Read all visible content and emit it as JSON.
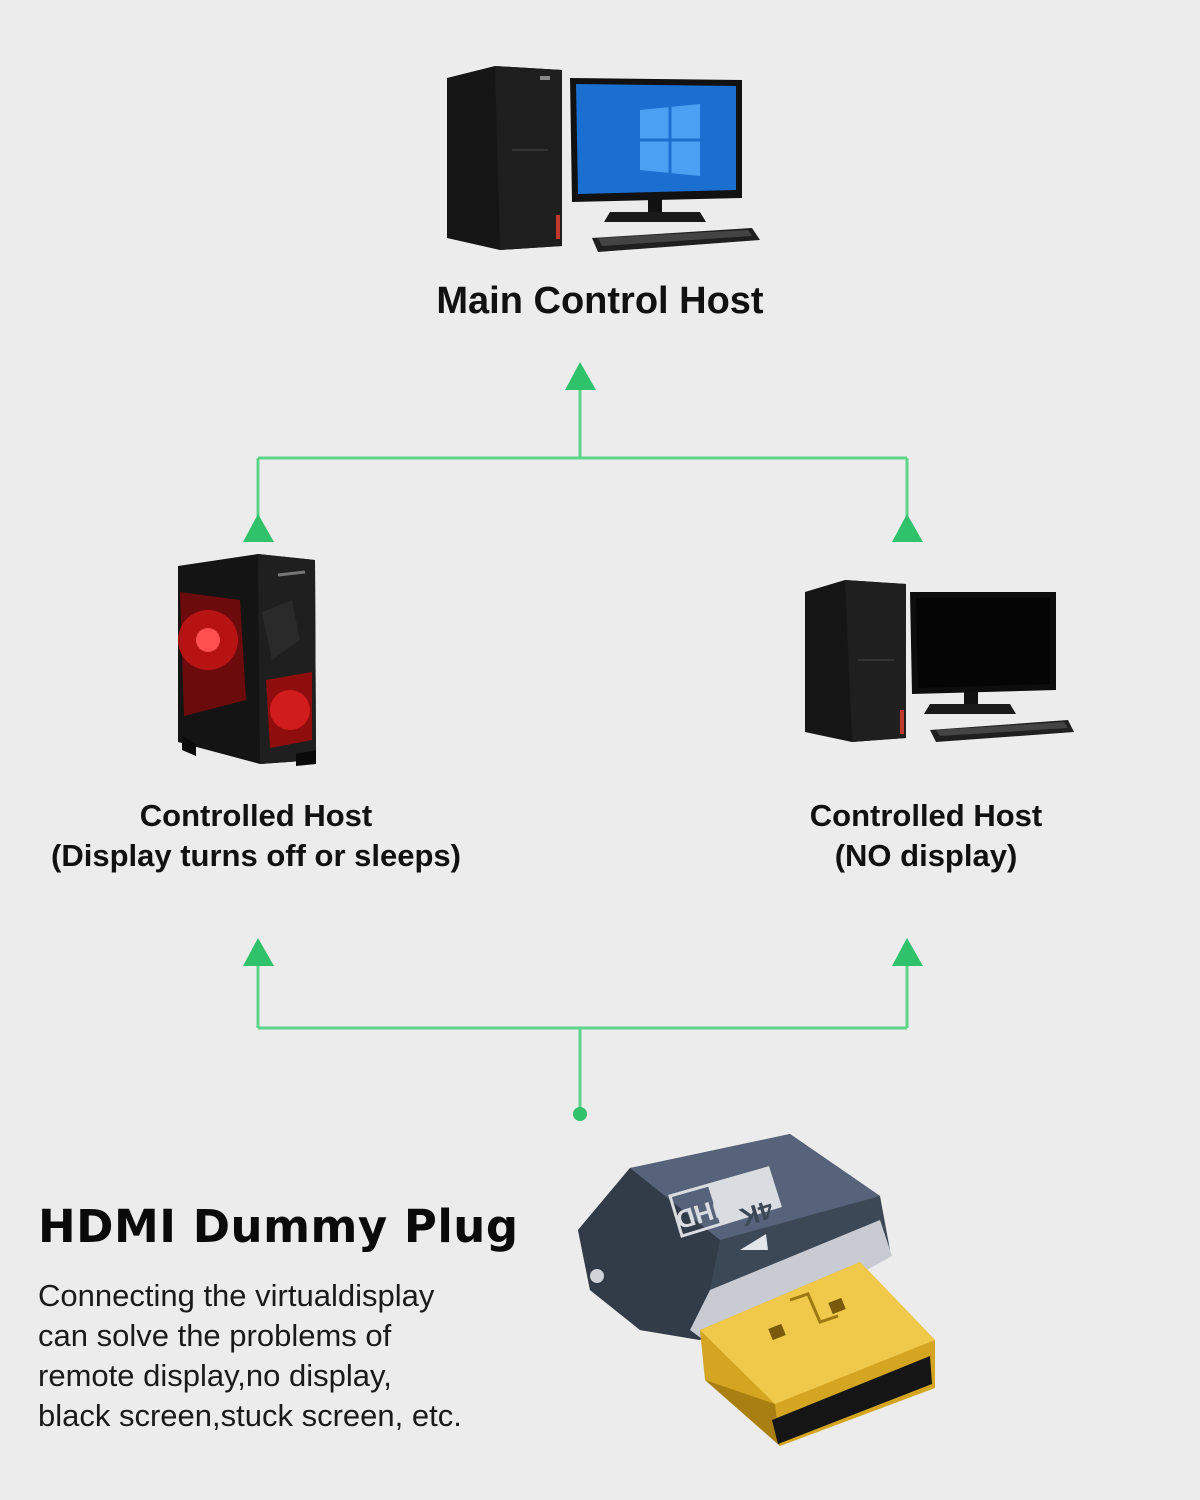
{
  "colors": {
    "connector": "#5bd58a",
    "arrow": "#2fc26a",
    "background": "#ececec"
  },
  "main_host": {
    "label": "Main Control Host",
    "icon": "desktop-computer-icon"
  },
  "controlled_host_left": {
    "line1": "Controlled Host",
    "line2": "(Display turns off or sleeps)",
    "icon": "gaming-pc-tower-icon"
  },
  "controlled_host_right": {
    "line1": "Controlled Host",
    "line2": "(NO display)",
    "icon": "desktop-computer-icon"
  },
  "product": {
    "title": "HDMI Dummy Plug",
    "description": [
      "Connecting the virtualdisplay",
      "can solve the problems of",
      "remote display,no display,",
      "black screen,stuck screen, etc."
    ],
    "badge_top": "UHD",
    "badge_bottom": "4K",
    "icon": "hdmi-plug-icon"
  }
}
